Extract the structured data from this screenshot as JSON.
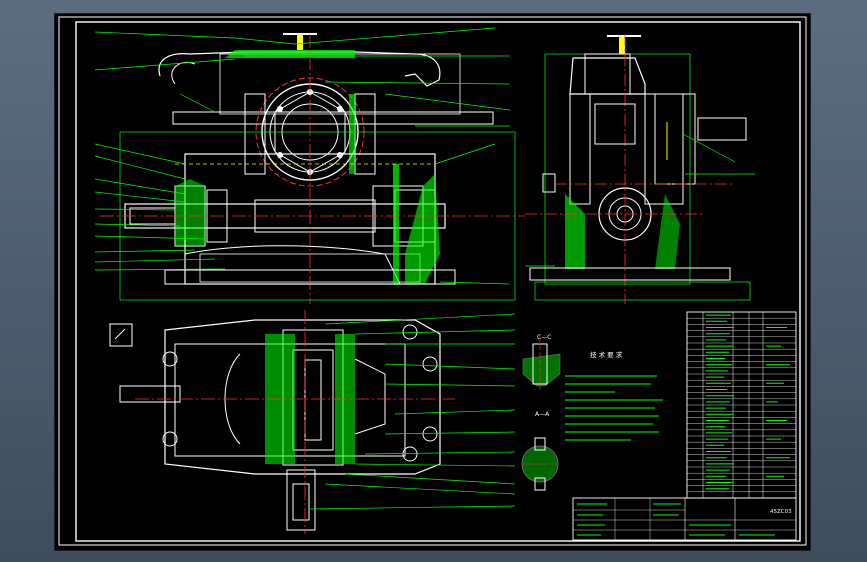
{
  "canvas": {
    "background": "#000000",
    "line_colors": {
      "outline": "#ffffff",
      "leader": "#00ff00",
      "centerline": "#ff3030",
      "hidden": "#ffff00",
      "section": "#00ff00",
      "dimension": "#00ffff"
    }
  },
  "section_labels": {
    "c_c": "C—C",
    "a_a": "A—A"
  },
  "technical_requirements": {
    "title": "技 术 要 求"
  },
  "title_block": {
    "drawing_code": "45ZC03"
  }
}
